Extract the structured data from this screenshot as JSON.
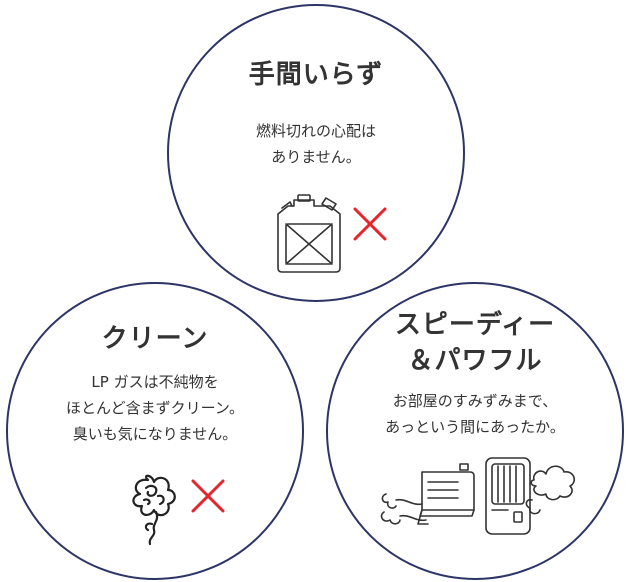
{
  "colors": {
    "circle_border": "#2c3566",
    "text": "#333333",
    "cross": "#e3262e",
    "icon_line": "#333333"
  },
  "top": {
    "title": "手間いらず",
    "lines": [
      "燃料切れの心配は",
      "ありません。"
    ],
    "icons": [
      "fuel-tank-icon",
      "cross-mark-icon"
    ]
  },
  "left": {
    "title": "クリーン",
    "lines": [
      "LP ガスは不純物を",
      "ほとんど含まずクリーン。",
      "臭いも気になりません。"
    ],
    "icons": [
      "smell-curl-icon",
      "cross-mark-icon"
    ]
  },
  "right": {
    "title_lines": [
      "スピーディー",
      "＆パワフル"
    ],
    "lines": [
      "お部屋のすみずみまで、",
      "あっという間にあったか。"
    ],
    "icons": [
      "fan-heater-icon",
      "space-heater-icon",
      "warm-air-icon"
    ]
  }
}
